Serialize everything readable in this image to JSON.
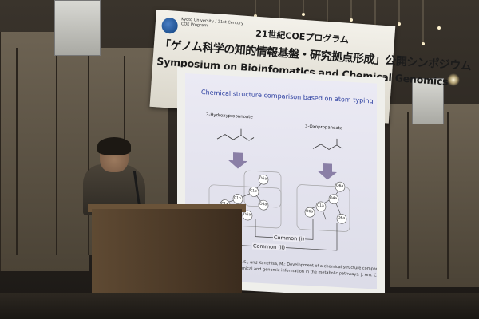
{
  "banner": {
    "org_lines": "Kyoto University / 21st Century COE Program",
    "coe_title": "21世紀COEプログラム",
    "jp_title": "「ゲノム科学の知的情報基盤・研究拠点形成」公開シンポジウム",
    "en_title": "Symposium on Bioinfomatics and Chemical Genomics"
  },
  "slide": {
    "title": "Chemical structure comparison based on atom typing",
    "molecule_left": "3-Hydroxypropanoate",
    "molecule_right": "3-Oxopropanoate",
    "atoms_left": [
      "O6a",
      "C1b",
      "O6a",
      "C1x",
      "C1b",
      "O6a"
    ],
    "atoms_right": [
      "O6a",
      "O4a",
      "C1a",
      "O6a",
      "O6a"
    ],
    "common_1": "Common (i)",
    "common_2": "Common (ii)",
    "citation_1": "oto, S., and Kanehisa, M.: Development of a chemical structure comparison method",
    "citation_2": "chemical and genomic information in the metabolic pathways. J. Am. Chem. Soc."
  }
}
